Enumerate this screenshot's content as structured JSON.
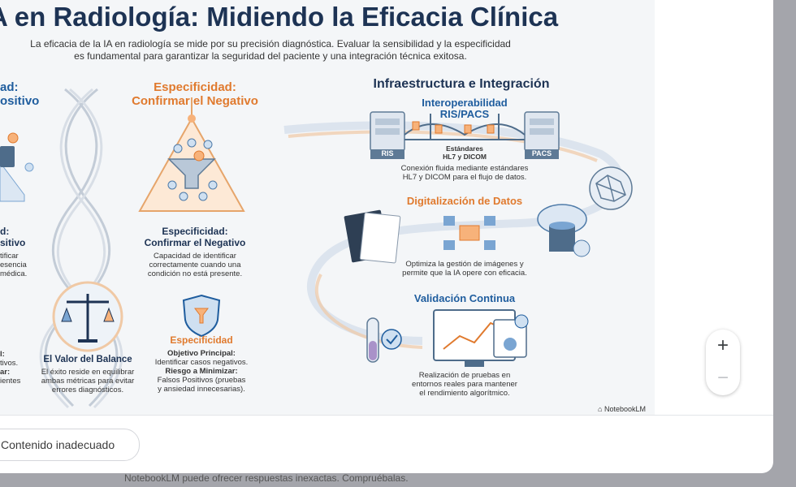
{
  "infographic": {
    "title": "A en Radiología: Midiendo la Eficacia Clínica",
    "subtitle_l1": "La eficacia de la IA en radiología se mide por su precisión diagnóstica. Evaluar la sensibilidad y la especificidad",
    "subtitle_l2": "es fundamental para garantizar la seguridad del paciente y una integración técnica exitosa.",
    "left": {
      "heading_l1": "ad:",
      "heading_l2": "ositivo",
      "sub_heading_l1": "d:",
      "sub_heading_l2": "sitivo",
      "desc_l1": "tificar",
      "desc_l2": "esencia",
      "desc_l3": "médica.",
      "bottom_l1": "l:",
      "bottom_l2": "tivos.",
      "bottom_l3": "ar:",
      "bottom_l4": "ientes"
    },
    "specificity": {
      "heading_l1": "Especificidad:",
      "heading_l2": "Confirmar el Negativo",
      "sub_heading_l1": "Especificidad:",
      "sub_heading_l2": "Confirmar el Negativo",
      "desc_l1": "Capacidad de identificar",
      "desc_l2": "correctamente cuando una",
      "desc_l3": "condición no está presente."
    },
    "balance": {
      "title": "El Valor del Balance",
      "desc_l1": "El éxito reside en equilibrar",
      "desc_l2": "ambas métricas para evitar",
      "desc_l3": "errores diagnósticos."
    },
    "specificity_box": {
      "title": "Especificidad",
      "objective_label": "Objetivo Principal:",
      "objective_text": "Identificar casos negativos.",
      "risk_label": "Riesgo a Minimizar:",
      "risk_l1": "Falsos Positivos (pruebas",
      "risk_l2": "y ansiedad innecesarias)."
    },
    "infra": {
      "title": "Infraestructura e Integración",
      "interop_l1": "Interoperabilidad",
      "interop_l2": "RIS/PACS",
      "ris_label": "RIS",
      "pacs_label": "PACS",
      "standards_l1": "Estándares",
      "standards_l2": "HL7 y DICOM",
      "interop_desc_l1": "Conexión fluida mediante estándares",
      "interop_desc_l2": "HL7 y DICOM para el flujo de datos.",
      "digital_title": "Digitalización de Datos",
      "digital_desc_l1": "Optimiza la gestión de imágenes y",
      "digital_desc_l2": "permite que la IA opere con eficacia.",
      "validation_title": "Validación Continua",
      "validation_desc_l1": "Realización de pruebas en",
      "validation_desc_l2": "entornos reales para mantener",
      "validation_desc_l3": "el rendimiento algorítmico."
    },
    "watermark": "NotebookLM"
  },
  "zoom": {
    "plus": "+",
    "minus": "−"
  },
  "chip": {
    "label": "Contenido inadecuado"
  },
  "footer": {
    "disclaimer": "NotebookLM puede ofrecer respuestas inexactas. Compruébalas."
  },
  "colors": {
    "accent_blue": "#1f5d9e",
    "accent_orange": "#e07a2e",
    "title": "#1d3354",
    "backdrop": "#a4a5ab"
  }
}
